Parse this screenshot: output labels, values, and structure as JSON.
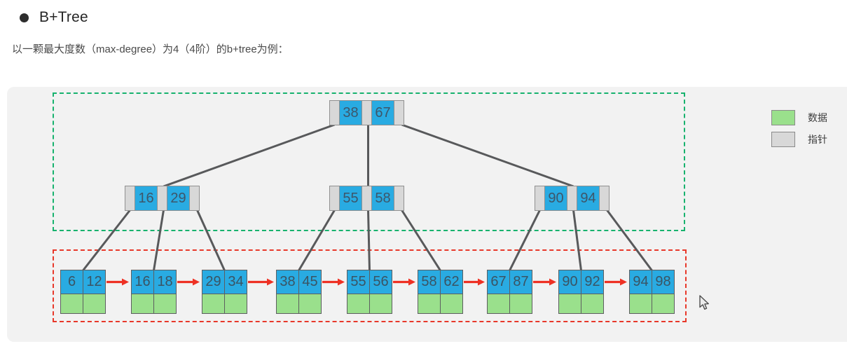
{
  "page": {
    "bullet": "●",
    "title": "B+Tree",
    "subtitle": "以一颗最大度数（max-degree）为4（4阶）的b+tree为例："
  },
  "legend": {
    "items": [
      {
        "name": "data",
        "label": "数据"
      },
      {
        "name": "pointer",
        "label": "指针"
      }
    ]
  },
  "tree": {
    "max_degree": "4",
    "root": {
      "keys": [
        "38",
        "67"
      ]
    },
    "internal": [
      {
        "keys": [
          "16",
          "29"
        ]
      },
      {
        "keys": [
          "55",
          "58"
        ]
      },
      {
        "keys": [
          "90",
          "94"
        ]
      }
    ],
    "leaves": [
      {
        "keys": [
          "6",
          "12"
        ]
      },
      {
        "keys": [
          "16",
          "18"
        ]
      },
      {
        "keys": [
          "29",
          "34"
        ]
      },
      {
        "keys": [
          "38",
          "45"
        ]
      },
      {
        "keys": [
          "55",
          "56"
        ]
      },
      {
        "keys": [
          "58",
          "62"
        ]
      },
      {
        "keys": [
          "67",
          "87"
        ]
      },
      {
        "keys": [
          "90",
          "92"
        ]
      },
      {
        "keys": [
          "94",
          "98"
        ]
      }
    ]
  },
  "colors": {
    "key_fill": "#29abe2",
    "data_fill": "#9ae08c",
    "pointer_fill": "#d8d8d8",
    "tree_edge": "#58595b",
    "leaf_link_arrow": "#ee3124",
    "index_group_border": "#17b26e",
    "leaf_group_border": "#e8382a",
    "panel_background": "#f2f2f2"
  }
}
